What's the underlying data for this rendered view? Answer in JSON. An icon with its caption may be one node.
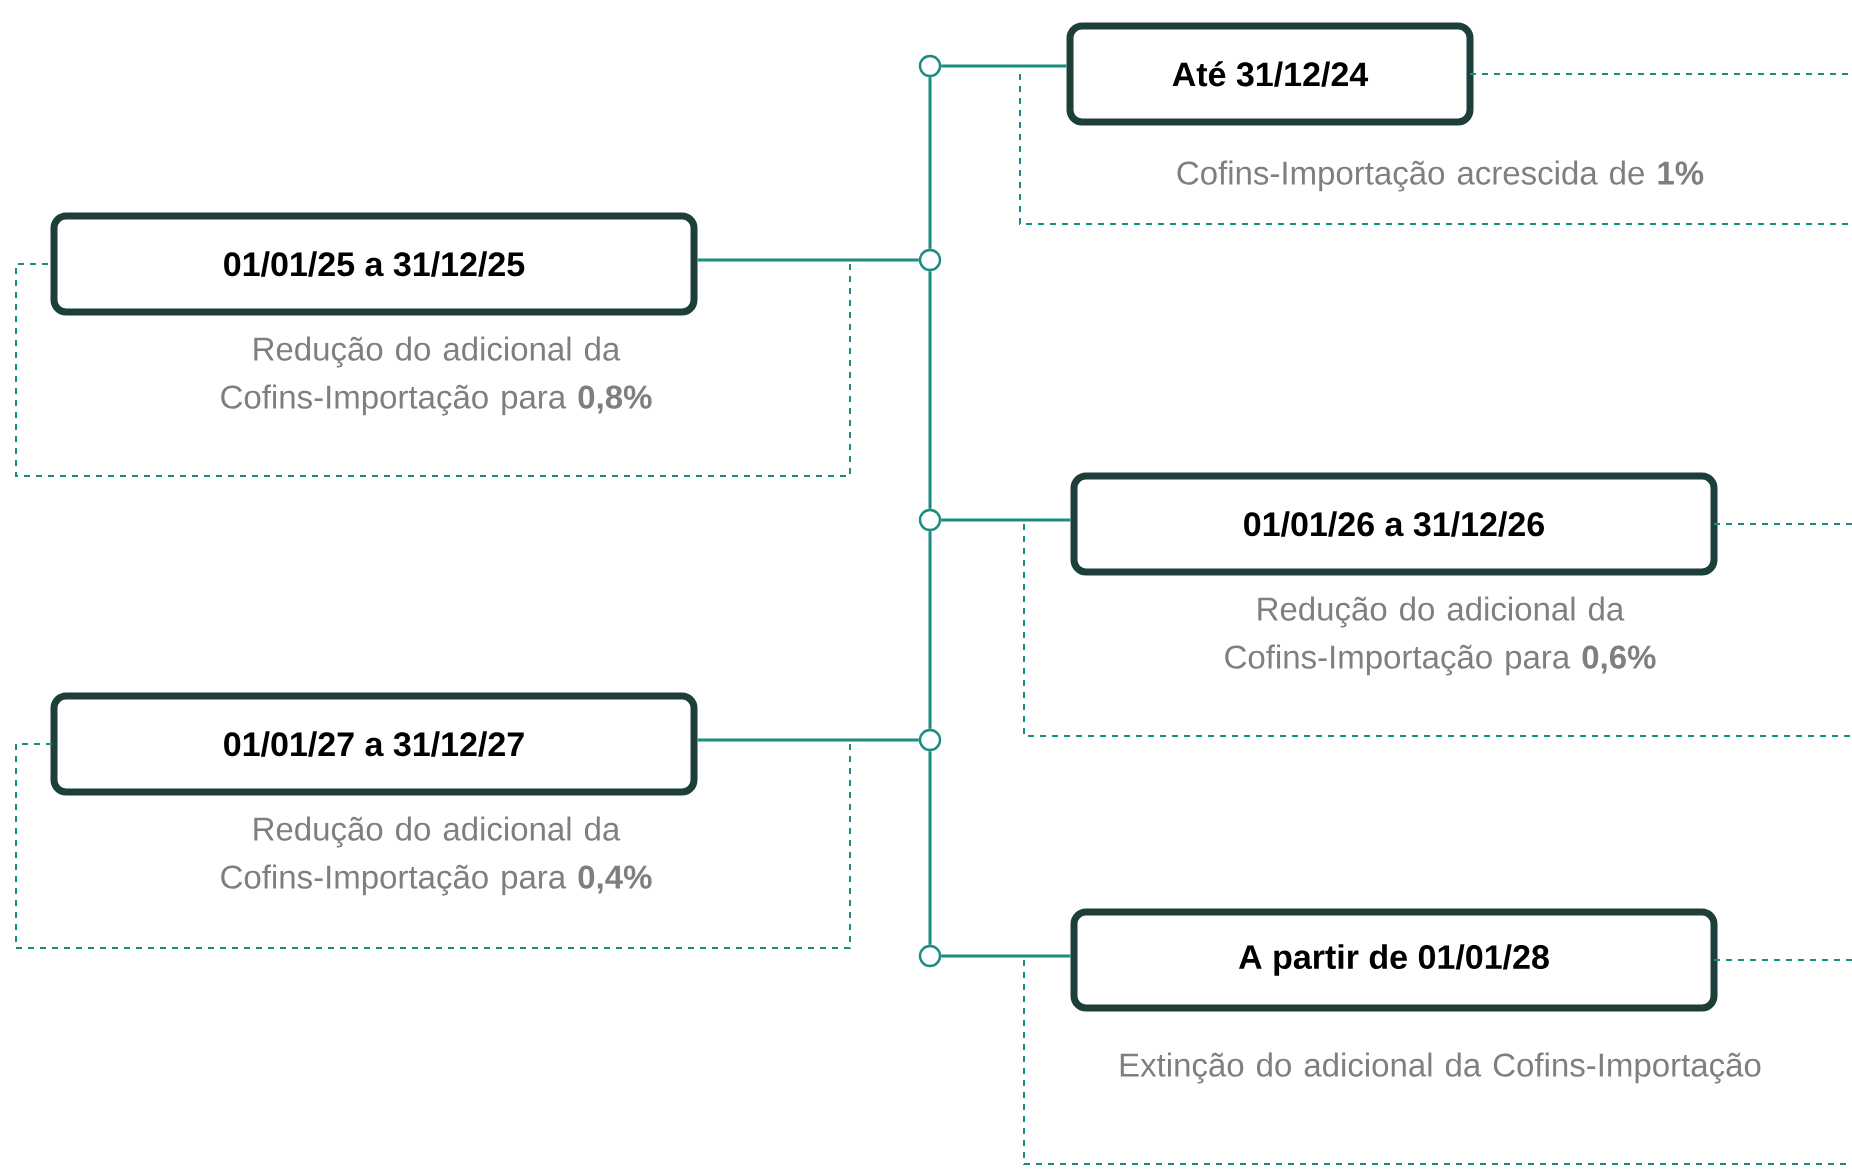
{
  "diagram": {
    "nodes": [
      {
        "text": [],
        "shape": "circle"
      },
      {
        "text": [
          "Até 31/12/24"
        ]
      },
      {
        "text": [
          "Cofins-Importação acrescida de **1%**"
        ]
      },
      {
        "text": [],
        "shape": "circle"
      },
      {
        "text": [
          "01/01/25 a 31/12/25"
        ]
      },
      {
        "text": [
          "Redução do adicional da Cofins-Importação para **0,8%**"
        ]
      },
      {
        "text": [],
        "shape": "circle"
      },
      {
        "text": [
          "01/01/26 a 31/12/26"
        ]
      },
      {
        "text": [
          "Redução do adicional da Cofins-Importação para **0,6%**"
        ]
      },
      {
        "text": [],
        "shape": "circle"
      },
      {
        "text": [
          "01/01/27 a 31/12/27"
        ]
      },
      {
        "text": [
          "Redução do adicional da Cofins-Importação para **0,4%**"
        ]
      },
      {
        "text": [],
        "shape": "circle"
      },
      {
        "text": [
          "A partir de 01/01/28"
        ]
      },
      {
        "text": [
          "Extinção do adicional da Cofins-Importação"
        ]
      }
    ],
    "edges": [
      {
        "from": 0,
        "to": 1,
        "arrow": "none"
      },
      {
        "from": 3,
        "to": 4,
        "arrow": "none"
      },
      {
        "from": 6,
        "to": 7,
        "arrow": "none"
      },
      {
        "from": 9,
        "to": 10,
        "arrow": "none"
      },
      {
        "from": 12,
        "to": 13,
        "arrow": "none"
      },
      {
        "from": 0,
        "to": 3,
        "arrow": "none"
      },
      {
        "from": 3,
        "to": 6,
        "arrow": "none"
      },
      {
        "from": 6,
        "to": 9,
        "arrow": "none"
      },
      {
        "from": 9,
        "to": 12,
        "arrow": "none"
      }
    ]
  }
}
